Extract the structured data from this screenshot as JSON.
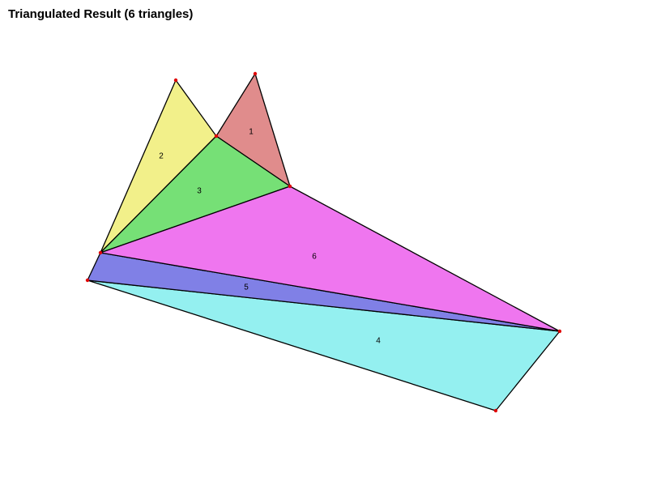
{
  "title": "Triangulated Result (6 triangles)",
  "colors": {
    "background": "#ffffff",
    "edge": "#000000",
    "vertex": "#e00000"
  },
  "triangles": [
    {
      "label": "1",
      "color": "#e08c8c"
    },
    {
      "label": "2",
      "color": "#f2f08a"
    },
    {
      "label": "3",
      "color": "#76e076"
    },
    {
      "label": "4",
      "color": "#94f0f0"
    },
    {
      "label": "5",
      "color": "#8080e6"
    },
    {
      "label": "6",
      "color": "#ef76ef"
    }
  ]
}
